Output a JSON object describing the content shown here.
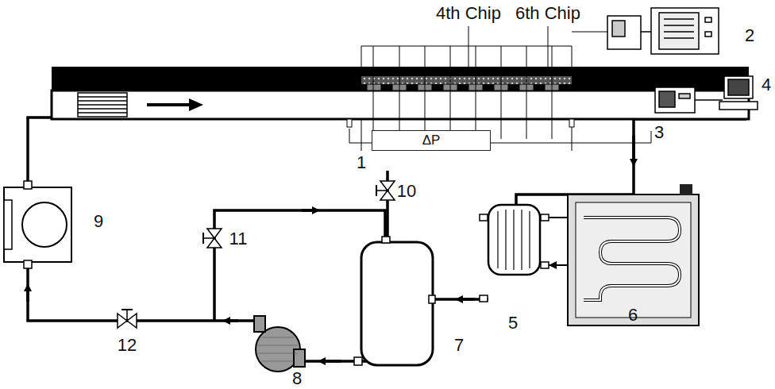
{
  "diagram": {
    "nodes": [
      {
        "text": [
          "ΔP"
        ]
      }
    ],
    "labels": [
      "4th Chip",
      "6th Chip",
      "1",
      "2",
      "3",
      "4",
      "5",
      "6",
      "7",
      "8",
      "9",
      "10",
      "11",
      "12"
    ]
  }
}
